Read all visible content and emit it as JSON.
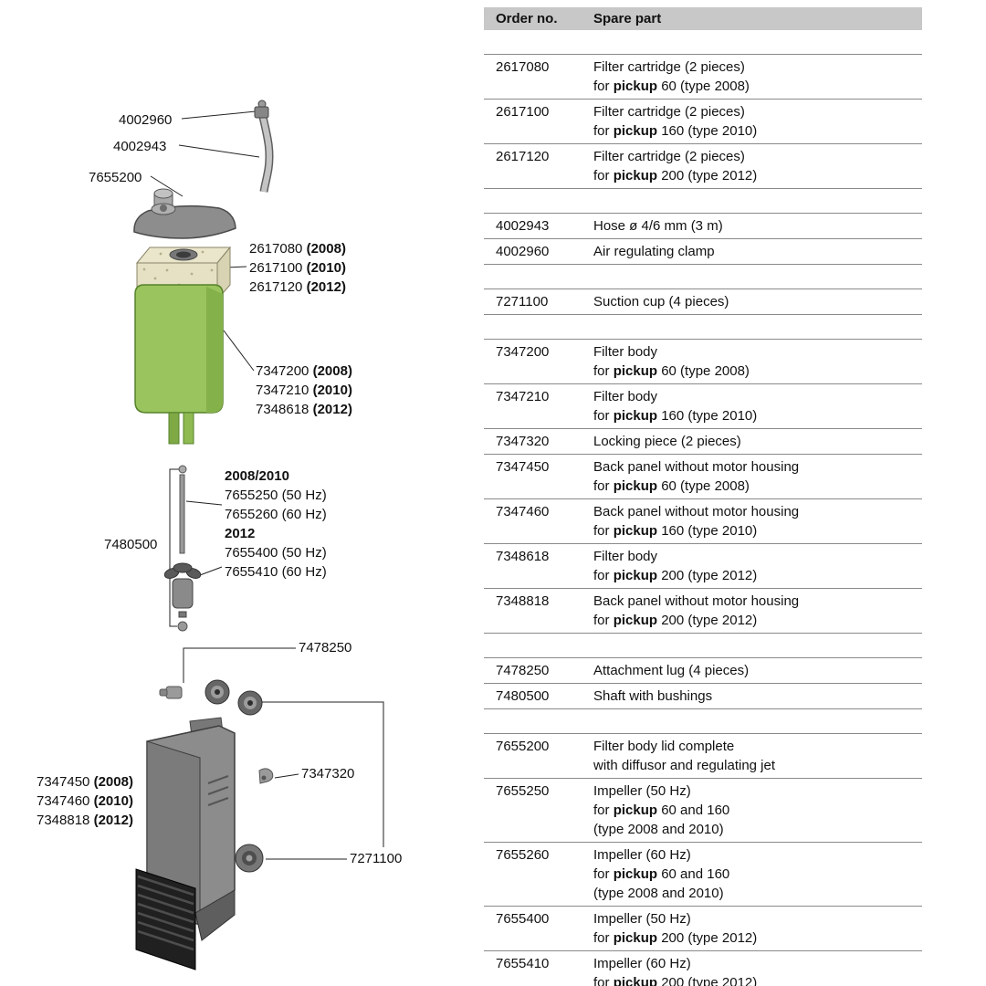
{
  "colors": {
    "header_bar": "#c8c8c8",
    "rule": "#8a8a8a",
    "filter_body_green": "#9ac45d",
    "cartridge_cream": "#eae6cb",
    "part_gray": "#8c8c8c"
  },
  "table": {
    "headers": {
      "order": "Order no.",
      "spare": "Spare part"
    },
    "groups": [
      {
        "rows": [
          {
            "order": "2617080",
            "lines": [
              [
                {
                  "t": "Filter cartridge (2 pieces)"
                }
              ],
              [
                {
                  "t": "for "
                },
                {
                  "t": "pickup",
                  "b": true
                },
                {
                  "t": " 60 (type 2008)"
                }
              ]
            ]
          },
          {
            "order": "2617100",
            "lines": [
              [
                {
                  "t": "Filter cartridge (2 pieces)"
                }
              ],
              [
                {
                  "t": "for "
                },
                {
                  "t": "pickup",
                  "b": true
                },
                {
                  "t": " 160 (type 2010)"
                }
              ]
            ]
          },
          {
            "order": "2617120",
            "lines": [
              [
                {
                  "t": "Filter cartridge (2 pieces)"
                }
              ],
              [
                {
                  "t": "for "
                },
                {
                  "t": "pickup",
                  "b": true
                },
                {
                  "t": " 200 (type 2012)"
                }
              ]
            ]
          }
        ]
      },
      {
        "rows": [
          {
            "order": "4002943",
            "lines": [
              [
                {
                  "t": "Hose ø 4/6 mm (3 m)"
                }
              ]
            ]
          },
          {
            "order": "4002960",
            "lines": [
              [
                {
                  "t": "Air regulating clamp"
                }
              ]
            ]
          }
        ]
      },
      {
        "rows": [
          {
            "order": "7271100",
            "lines": [
              [
                {
                  "t": "Suction cup (4 pieces)"
                }
              ]
            ]
          }
        ]
      },
      {
        "rows": [
          {
            "order": "7347200",
            "lines": [
              [
                {
                  "t": "Filter body"
                }
              ],
              [
                {
                  "t": "for "
                },
                {
                  "t": "pickup",
                  "b": true
                },
                {
                  "t": " 60 (type 2008)"
                }
              ]
            ]
          },
          {
            "order": "7347210",
            "lines": [
              [
                {
                  "t": "Filter body"
                }
              ],
              [
                {
                  "t": "for "
                },
                {
                  "t": "pickup",
                  "b": true
                },
                {
                  "t": " 160 (type 2010)"
                }
              ]
            ]
          },
          {
            "order": "7347320",
            "lines": [
              [
                {
                  "t": "Locking piece (2 pieces)"
                }
              ]
            ]
          },
          {
            "order": "7347450",
            "lines": [
              [
                {
                  "t": "Back panel without motor housing"
                }
              ],
              [
                {
                  "t": "for "
                },
                {
                  "t": "pickup",
                  "b": true
                },
                {
                  "t": " 60 (type 2008)"
                }
              ]
            ]
          },
          {
            "order": "7347460",
            "lines": [
              [
                {
                  "t": "Back panel without motor housing"
                }
              ],
              [
                {
                  "t": "for "
                },
                {
                  "t": "pickup",
                  "b": true
                },
                {
                  "t": " 160 (type 2010)"
                }
              ]
            ]
          },
          {
            "order": "7348618",
            "lines": [
              [
                {
                  "t": "Filter body"
                }
              ],
              [
                {
                  "t": "for "
                },
                {
                  "t": "pickup",
                  "b": true
                },
                {
                  "t": " 200 (type 2012)"
                }
              ]
            ]
          },
          {
            "order": "7348818",
            "lines": [
              [
                {
                  "t": "Back panel without motor housing"
                }
              ],
              [
                {
                  "t": "for "
                },
                {
                  "t": "pickup",
                  "b": true
                },
                {
                  "t": " 200 (type 2012)"
                }
              ]
            ]
          }
        ]
      },
      {
        "rows": [
          {
            "order": "7478250",
            "lines": [
              [
                {
                  "t": "Attachment lug (4 pieces)"
                }
              ]
            ]
          },
          {
            "order": "7480500",
            "lines": [
              [
                {
                  "t": "Shaft with bushings"
                }
              ]
            ]
          }
        ]
      },
      {
        "rows": [
          {
            "order": "7655200",
            "lines": [
              [
                {
                  "t": "Filter body lid complete"
                }
              ],
              [
                {
                  "t": "with diffusor and regulating jet"
                }
              ]
            ]
          },
          {
            "order": "7655250",
            "lines": [
              [
                {
                  "t": "Impeller (50 Hz)"
                }
              ],
              [
                {
                  "t": "for "
                },
                {
                  "t": "pickup",
                  "b": true
                },
                {
                  "t": " 60 and 160"
                }
              ],
              [
                {
                  "t": "(type 2008 and 2010)"
                }
              ]
            ]
          },
          {
            "order": "7655260",
            "lines": [
              [
                {
                  "t": "Impeller (60 Hz)"
                }
              ],
              [
                {
                  "t": "for "
                },
                {
                  "t": "pickup",
                  "b": true
                },
                {
                  "t": " 60 and 160"
                }
              ],
              [
                {
                  "t": "(type 2008 and 2010)"
                }
              ]
            ]
          },
          {
            "order": "7655400",
            "lines": [
              [
                {
                  "t": "Impeller (50 Hz)"
                }
              ],
              [
                {
                  "t": "for "
                },
                {
                  "t": "pickup",
                  "b": true
                },
                {
                  "t": " 200 (type 2012)"
                }
              ]
            ]
          },
          {
            "order": "7655410",
            "lines": [
              [
                {
                  "t": "Impeller (60 Hz)"
                }
              ],
              [
                {
                  "t": "for "
                },
                {
                  "t": "pickup",
                  "b": true
                },
                {
                  "t": " 200 (type 2012)"
                }
              ]
            ]
          }
        ]
      }
    ]
  },
  "diagram": {
    "labels": {
      "hose_clamp": [
        [
          {
            "t": "4002960"
          }
        ]
      ],
      "hose": [
        [
          {
            "t": "4002943"
          }
        ]
      ],
      "lid": [
        [
          {
            "t": "7655200"
          }
        ]
      ],
      "cartridge": [
        [
          {
            "t": "2617080 "
          },
          {
            "t": "(2008)",
            "b": true
          }
        ],
        [
          {
            "t": "2617100 "
          },
          {
            "t": "(2010)",
            "b": true
          }
        ],
        [
          {
            "t": "2617120 "
          },
          {
            "t": "(2012)",
            "b": true
          }
        ]
      ],
      "filter_body": [
        [
          {
            "t": "7347200 "
          },
          {
            "t": "(2008)",
            "b": true
          }
        ],
        [
          {
            "t": "7347210 "
          },
          {
            "t": "(2010)",
            "b": true
          }
        ],
        [
          {
            "t": "7348618 "
          },
          {
            "t": "(2012)",
            "b": true
          }
        ]
      ],
      "impeller": [
        [
          {
            "t": "2008/2010",
            "b": true
          }
        ],
        [
          {
            "t": "7655250 (50 Hz)"
          }
        ],
        [
          {
            "t": "7655260 (60 Hz)"
          }
        ],
        [
          {
            "t": "2012",
            "b": true
          }
        ],
        [
          {
            "t": "7655400 (50 Hz)"
          }
        ],
        [
          {
            "t": "7655410 (60 Hz)"
          }
        ]
      ],
      "shaft": [
        [
          {
            "t": "7480500"
          }
        ]
      ],
      "attachment_lug": [
        [
          {
            "t": "7478250"
          }
        ]
      ],
      "back_panel": [
        [
          {
            "t": "7347450 "
          },
          {
            "t": "(2008)",
            "b": true
          }
        ],
        [
          {
            "t": "7347460 "
          },
          {
            "t": "(2010)",
            "b": true
          }
        ],
        [
          {
            "t": "7348818 "
          },
          {
            "t": "(2012)",
            "b": true
          }
        ]
      ],
      "locking_piece": [
        [
          {
            "t": "7347320"
          }
        ]
      ],
      "suction_cup": [
        [
          {
            "t": "7271100"
          }
        ]
      ]
    }
  }
}
